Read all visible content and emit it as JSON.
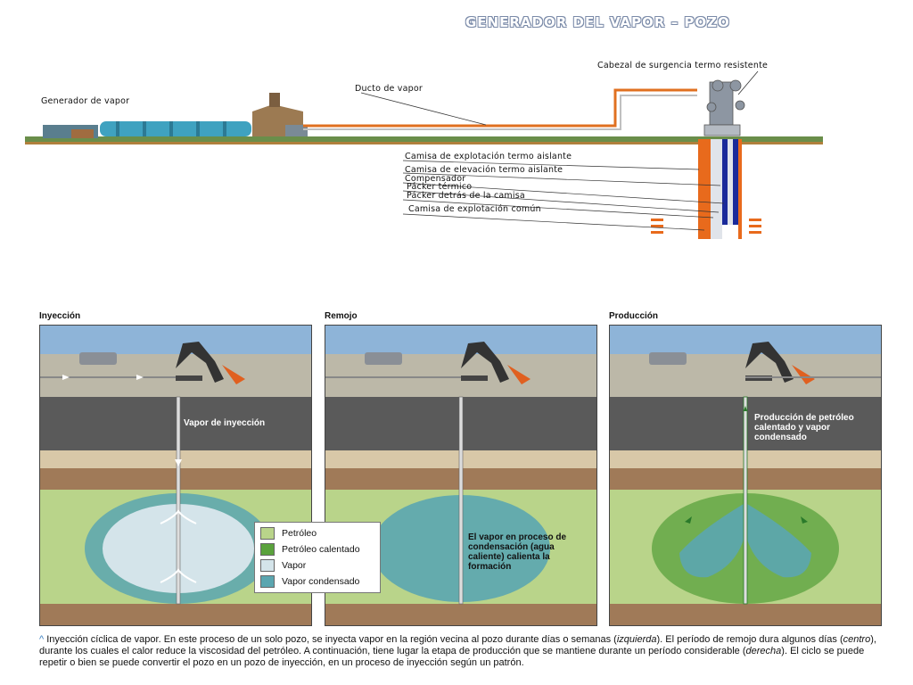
{
  "title": "GENERADOR DEL VAPOR – POZO",
  "top_diagram": {
    "labels": {
      "generator": "Generador de vapor",
      "duct": "Ducto de vapor",
      "wellhead": "Cabezal de surgencia termo resistente",
      "casing1": "Camisa de explotación termo aislante",
      "casing2": "Camisa de elevación termo aislante",
      "compensator": "Compensador",
      "packer1": "Pácker térmico",
      "packer2": "Pácker detrás de la camisa",
      "casing3": "Camisa de explotación común"
    }
  },
  "panels": [
    {
      "title": "Inyección",
      "text": "Vapor de inyección"
    },
    {
      "title": "Remojo",
      "text": "El vapor en proceso de condensación (agua caliente) calienta la formación"
    },
    {
      "title": "Producción",
      "text": "Producción de petróleo calentado y vapor condensado"
    }
  ],
  "legend": [
    {
      "label": "Petróleo",
      "color": "#b9d48a"
    },
    {
      "label": "Petróleo calentado",
      "color": "#5aa23c"
    },
    {
      "label": "Vapor",
      "color": "#d4e4ea"
    },
    {
      "label": "Vapor condensado",
      "color": "#5ba6b0"
    }
  ],
  "caption": {
    "p1": "Inyección cíclica de vapor. En este proceso de un solo pozo, se inyecta vapor en la región vecina al pozo durante días o semanas (",
    "i1": "izquierda",
    "p2": "). El período de remojo dura algunos días (",
    "i2": "centro",
    "p3": "), durante los cuales el calor reduce la viscosidad del petróleo. A continuación, tiene lugar la etapa de producción que se mantiene durante un período considerable (",
    "i3": "derecha",
    "p4": "). El ciclo se puede repetir o bien se puede convertir el pozo en un pozo de inyección, en un proceso de inyección según un patrón."
  }
}
